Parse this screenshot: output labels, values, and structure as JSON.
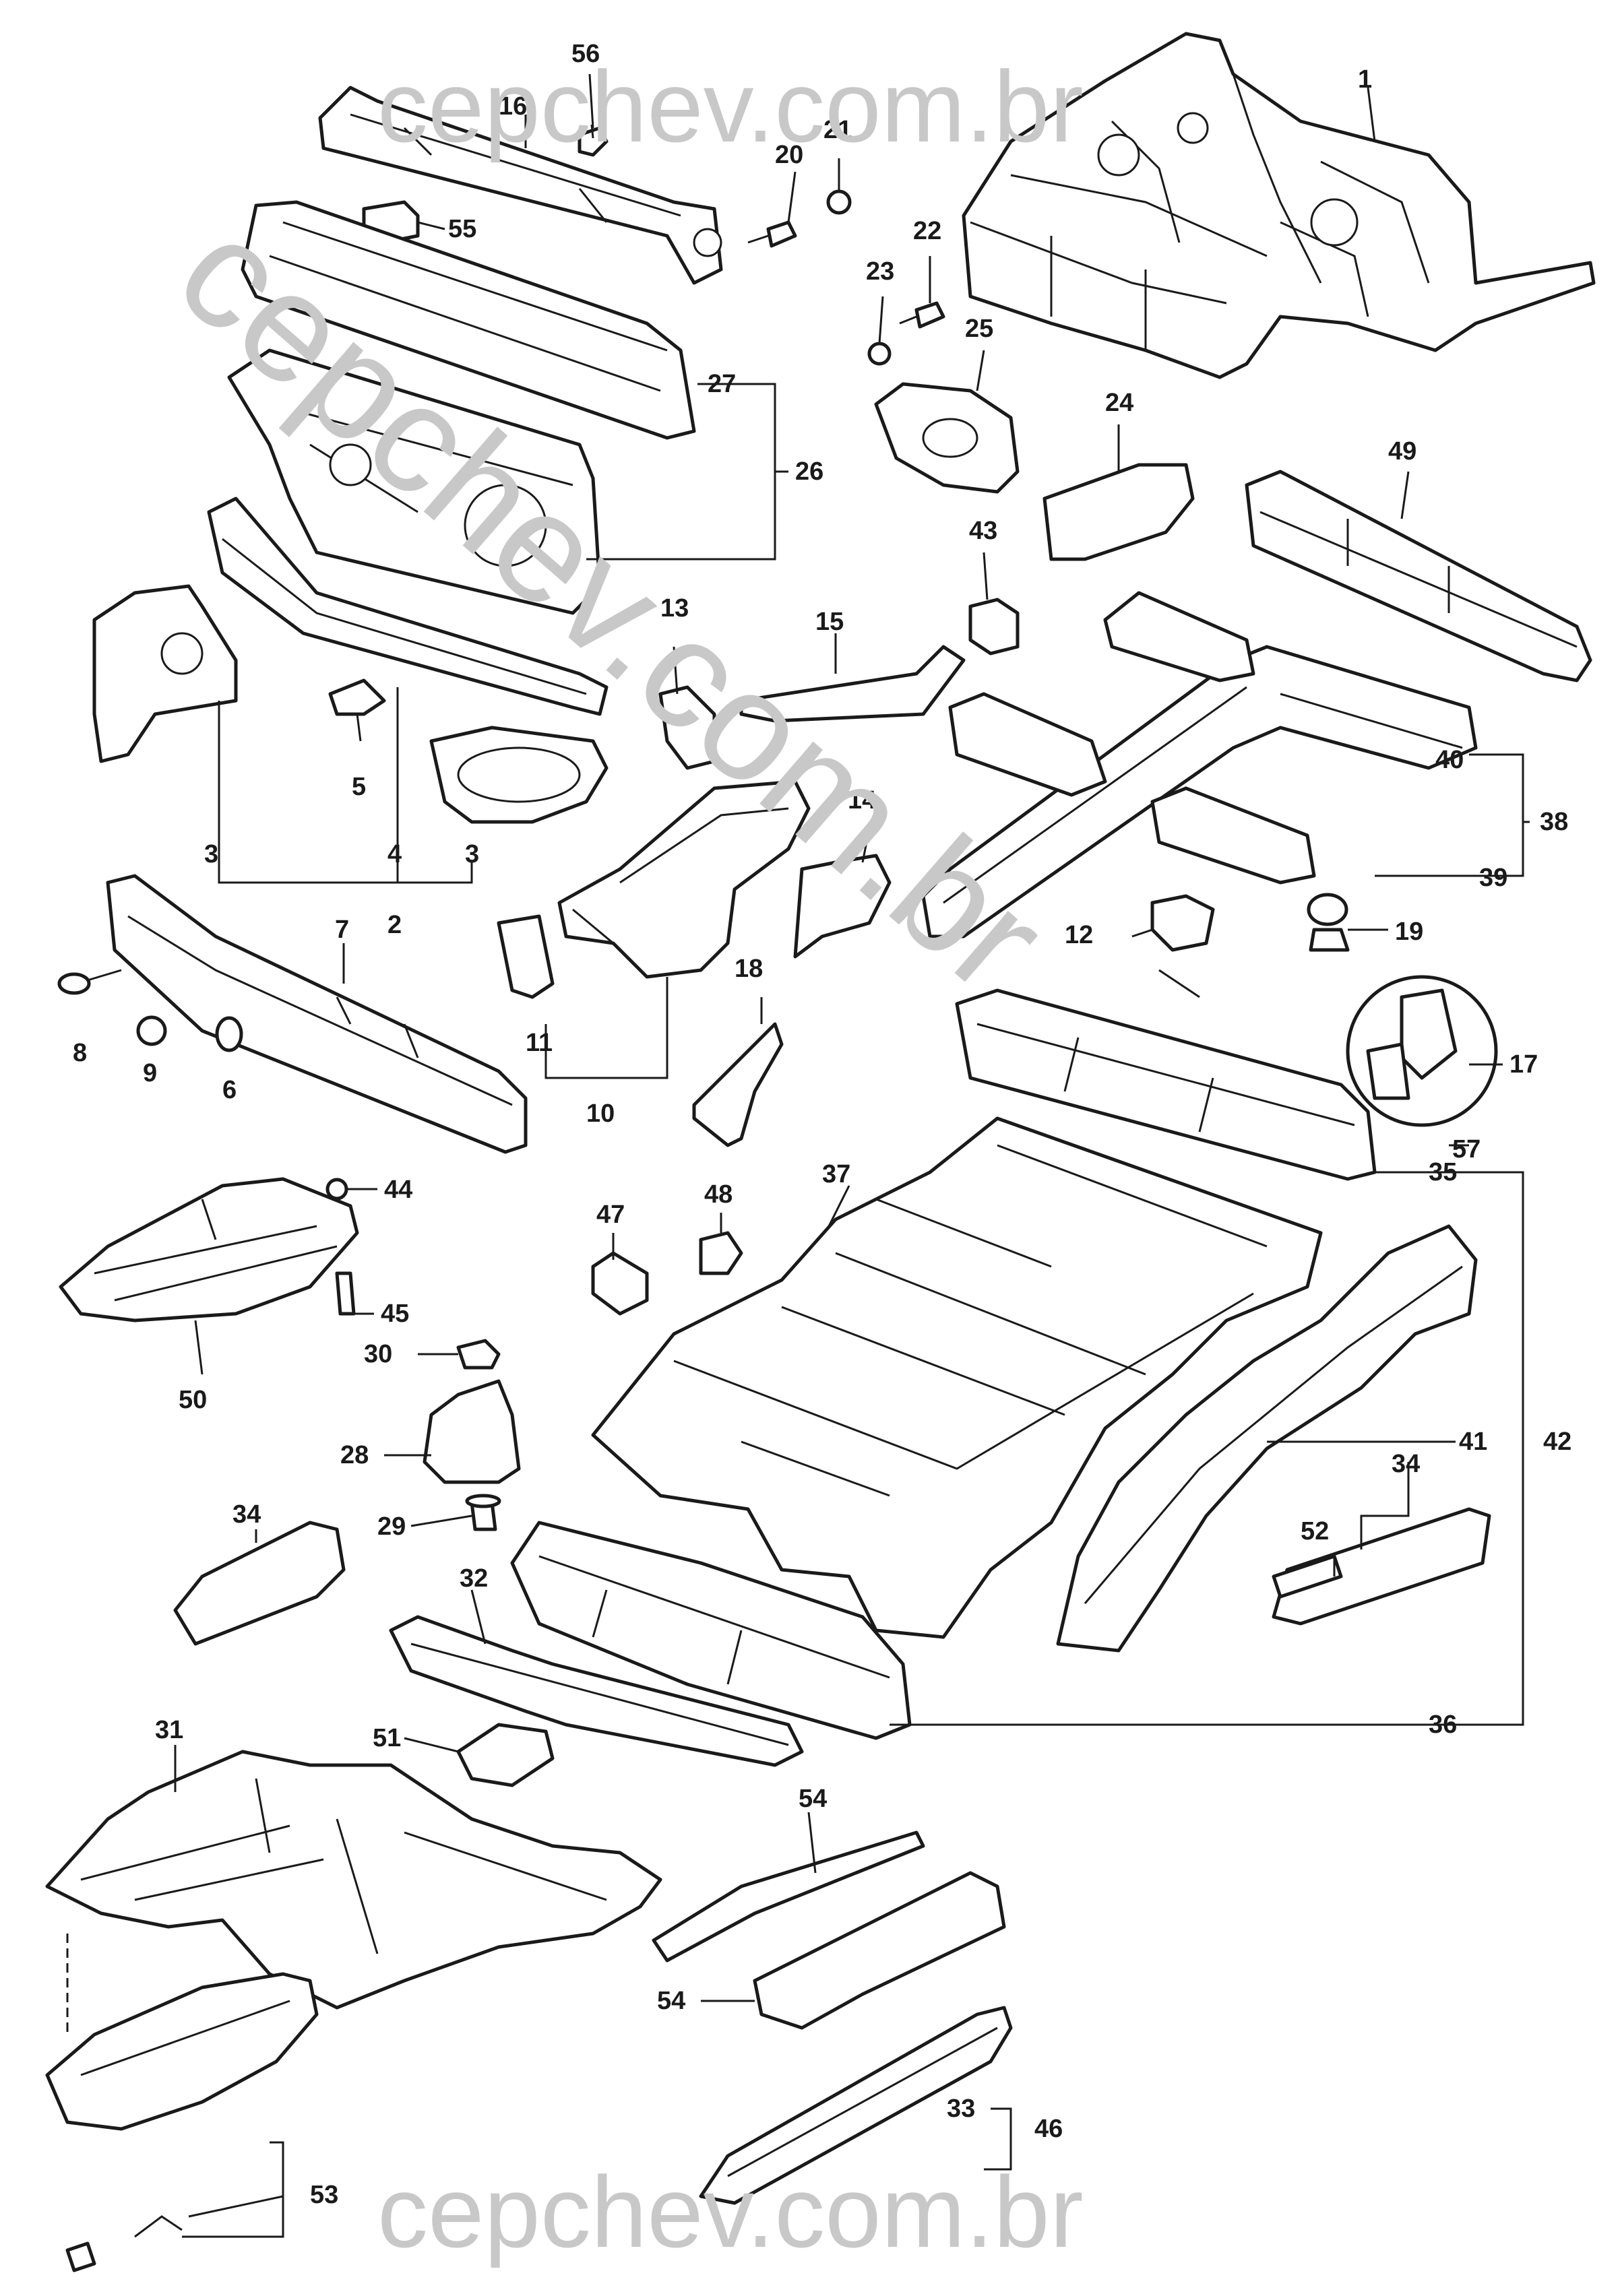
{
  "watermark": {
    "top": "cepchev.com.br",
    "bottom": "cepchev.com.br",
    "diagonal": "cepchev.com.br"
  },
  "callouts": {
    "n1": "1",
    "n2": "2",
    "n3a": "3",
    "n3b": "3",
    "n4": "4",
    "n5": "5",
    "n6": "6",
    "n7": "7",
    "n8": "8",
    "n9": "9",
    "n10": "10",
    "n11": "11",
    "n12": "12",
    "n13": "13",
    "n14": "14",
    "n15": "15",
    "n16": "16",
    "n17": "17",
    "n18": "18",
    "n19": "19",
    "n20": "20",
    "n21": "21",
    "n22": "22",
    "n23": "23",
    "n24": "24",
    "n25": "25",
    "n26": "26",
    "n27": "27",
    "n28": "28",
    "n29": "29",
    "n30": "30",
    "n31": "31",
    "n32": "32",
    "n33": "33",
    "n34a": "34",
    "n34b": "34",
    "n35": "35",
    "n36": "36",
    "n37": "37",
    "n38": "38",
    "n39": "39",
    "n40": "40",
    "n41": "41",
    "n42": "42",
    "n43": "43",
    "n44": "44",
    "n45": "45",
    "n46": "46",
    "n47": "47",
    "n48": "48",
    "n49": "49",
    "n50": "50",
    "n51": "51",
    "n52": "52",
    "n53": "53",
    "n54a": "54",
    "n54b": "54",
    "n55": "55",
    "n56": "56",
    "n57": "57"
  }
}
